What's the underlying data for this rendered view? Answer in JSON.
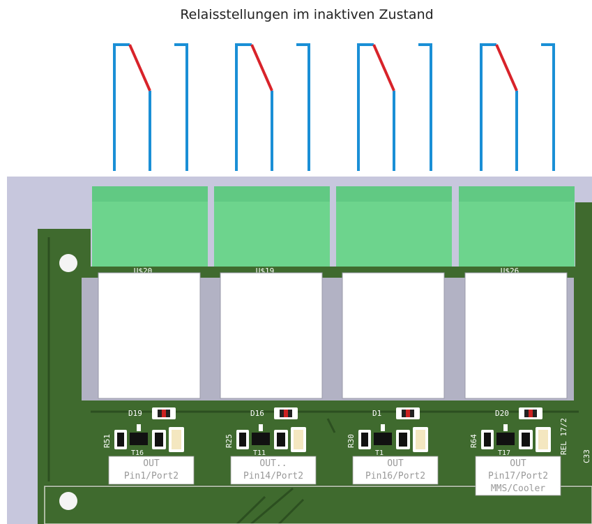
{
  "title": "Relaisstellungen im inaktiven Zustand",
  "colors": {
    "pcb_background": "#c7c7dd",
    "board": "#3f6a2e",
    "board_trace": "#2c4f20",
    "terminal": "#6dd48d",
    "relay_body": "#ffffff",
    "relay_frame": "#b2b2c4",
    "wire": "#1a8fd6",
    "switch_lever": "#d8232a"
  },
  "relays": [
    {
      "diode": "D19",
      "transistor": "T16",
      "resistor": "R51",
      "terminal_ref": "U$20",
      "out_label": "OUT",
      "pin_label": "Pin1/Port2"
    },
    {
      "diode": "D16",
      "transistor": "T11",
      "resistor": "R25",
      "terminal_ref": "U$19",
      "out_label": "OUT..",
      "pin_label": "Pin14/Port2"
    },
    {
      "diode": "D1",
      "transistor": "T1",
      "resistor": "R30",
      "terminal_ref": "",
      "out_label": "OUT",
      "pin_label": "Pin16/Port2"
    },
    {
      "diode": "D20",
      "transistor": "T17",
      "resistor": "R64",
      "terminal_ref": "U$26",
      "out_label": "OUT",
      "pin_label": "Pin17/Port2",
      "extra_label": "MMS/Cooler"
    }
  ],
  "side_labels": {
    "rel": "REL 17/2",
    "cap": "C33"
  }
}
